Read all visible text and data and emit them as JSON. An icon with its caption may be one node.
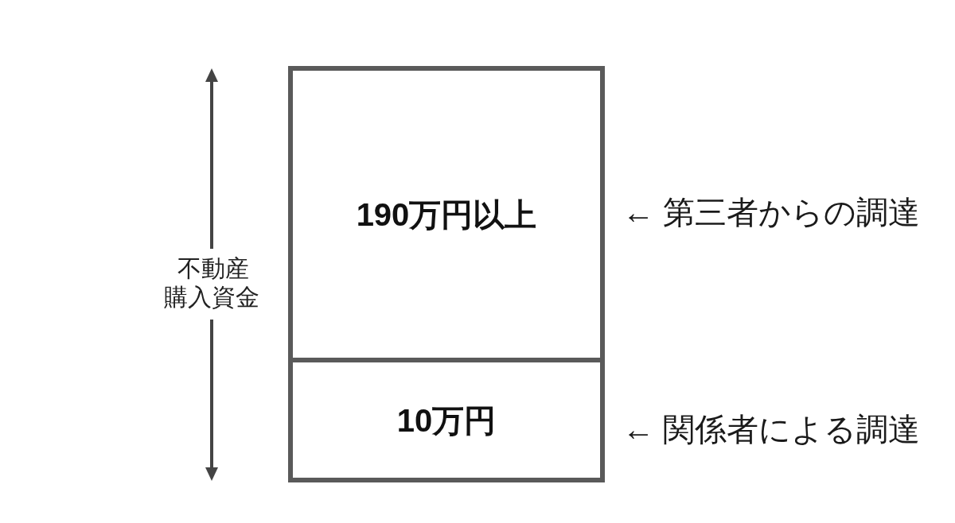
{
  "diagram": {
    "nodes": [
      {
        "text": [
          "190万円以上"
        ],
        "beside": [
          "← 第三者からの調達"
        ]
      },
      {
        "text": [
          "10万円"
        ],
        "beside": [
          "← 関係者による調達"
        ]
      }
    ],
    "labels": [
      "不動産購入資金"
    ]
  }
}
